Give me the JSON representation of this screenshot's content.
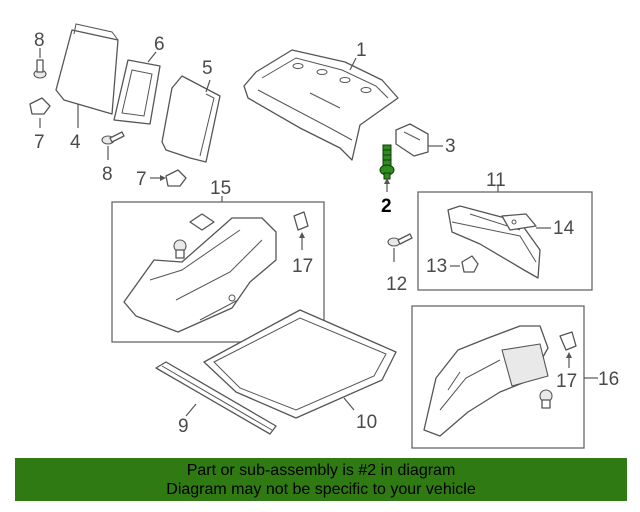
{
  "callouts": {
    "n1": "1",
    "n2": "2",
    "n3": "3",
    "n4": "4",
    "n5": "5",
    "n6": "6",
    "n7a": "7",
    "n7b": "7",
    "n8a": "8",
    "n8b": "8",
    "n9": "9",
    "n10": "10",
    "n11": "11",
    "n12": "12",
    "n13": "13",
    "n14": "14",
    "n15": "15",
    "n16": "16",
    "n17a": "17",
    "n17b": "17"
  },
  "highlight_part": "2",
  "colors": {
    "banner": "#2f7a12",
    "highlight": "#2e8b1f",
    "lines": "#555555"
  },
  "banner": {
    "line1": "Part or sub-assembly is #2 in diagram",
    "line2": "Diagram may not be specific to your vehicle"
  }
}
